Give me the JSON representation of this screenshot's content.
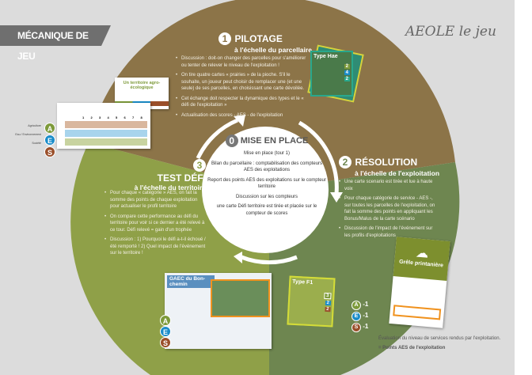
{
  "header": {
    "title": "MÉCANIQUE DE JEU",
    "logo_text": "AEOLE le jeu"
  },
  "colors": {
    "brown": "#8c7448",
    "green_dark": "#6e8650",
    "green_light": "#8fa048",
    "background": "#dcdcdc"
  },
  "steps": [
    {
      "number": "0",
      "title": "MISE EN PLACE",
      "items": [
        "Mise en place (tour 1)",
        "Bilan du parcellaire : comptabilisation des compteurs AES des exploitations",
        "Report des points AES des exploitations sur le compteur territoire",
        "Discussion sur les compteurs",
        "une carte Défi territoire est tirée et placée sur le compteur de scores"
      ]
    },
    {
      "number": "1",
      "title": "PILOTAGE",
      "subtitle": "à l'échelle du parcellaire",
      "items": [
        "Discussion : doit-on changer des parcelles pour s'améliorer ou tenter de relever le niveau de l'exploitation !",
        "On tire quatre cartes « prairies » de la pioche. S'il le souhaite, un joueur peut choisir de remplacer une (et une seule) de ses parcelles, en choisissant une carte dévoilée.",
        "Cet échange doit respecter la dynamique des types et le « défi de l'exploitation »",
        "Actualisation des scores - AES - de l'exploitation"
      ]
    },
    {
      "number": "2",
      "title": "RÉSOLUTION",
      "subtitle": "à l'échelle de l'exploitation",
      "items": [
        "Une carte scenario est tirée et lue à haute voix",
        "Pour chaque catégorie de service - AES -, sur toutes les parcelles de l'exploitation, on fait la somme des points en appliquant les Bonus/Malus de la carte scénario",
        "Discussion de l'impact de l'événement sur les profils d'exploitations"
      ]
    },
    {
      "number": "3",
      "title": "TEST DÉFI",
      "subtitle": "à l'échelle du territoire",
      "items": [
        "Pour chaque « catégorie » AES, on fait la somme des points de chaque exploitation pour actualiser le profil territoire",
        "On compare cette performance au défi du territoire pour voir si ce dernier a été relevé à ce tour. Défi relevé = gain d'un trophée",
        "Discussion : 1) Pourquoi le défi a-t-il échoué / été remporté ! 2) Quel impact de l'événement sur le territoire !"
      ]
    }
  ],
  "territory_card": {
    "title": "Un territoire agro-écologique"
  },
  "score_board": {
    "columns": [
      "1",
      "2",
      "3",
      "4",
      "5",
      "6",
      "7",
      "8"
    ],
    "rows": [
      {
        "badge": "A",
        "label": "Agriculture"
      },
      {
        "badge": "E",
        "label": "Eau / Environnement"
      },
      {
        "badge": "S",
        "label": "Société"
      }
    ]
  },
  "farm_board": {
    "title": "GAEC du Bon-chemin"
  },
  "parcel_card": {
    "title": "Type F1",
    "scores": [
      "3",
      "2",
      "2"
    ],
    "modifiers": [
      {
        "badge": "A",
        "value": "-1"
      },
      {
        "badge": "E",
        "value": "-1"
      },
      {
        "badge": "S",
        "value": "-1"
      }
    ]
  },
  "prairie_cards": {
    "title": "Type Hae",
    "scores": [
      "2",
      "4",
      "2"
    ]
  },
  "scenario_card": {
    "title": "Grêle printanière"
  },
  "footer": {
    "line1": "Évaluation du niveau de services rendus par l'exploitation.",
    "line2": "= Points AES de l'exploitation"
  }
}
